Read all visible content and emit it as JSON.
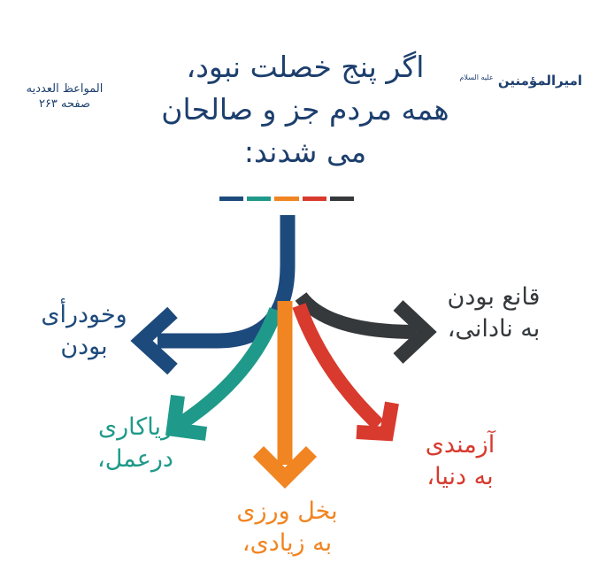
{
  "title": {
    "line1": "اگر پنج خصلت نبود،",
    "line2": "همه مردم جز و صالحان می شدند:"
  },
  "author": {
    "name": "امیرالمؤمنین",
    "honorific": "علیه السلام"
  },
  "source": {
    "book": "المواعظ العددیه",
    "page": "صفحه ۲۶۳"
  },
  "colors": {
    "navy": "#1d4a7c",
    "teal": "#1f9a8a",
    "orange": "#f08522",
    "red": "#d83a2e",
    "dark": "#35393c",
    "title": "#1d3f6e"
  },
  "branches": [
    {
      "id": "self-opinion",
      "color": "#1d4a7c",
      "line1": "وخودرأی",
      "line2": "بودن"
    },
    {
      "id": "hypocrisy",
      "color": "#1f9a8a",
      "line1": "ریاکاری",
      "line2": "درعمل،"
    },
    {
      "id": "stinginess",
      "color": "#f08522",
      "line1": "بخل ورزی",
      "line2": "به زیادی،"
    },
    {
      "id": "greed",
      "color": "#d83a2e",
      "line1": "آزمندی",
      "line2": "به دنیا،"
    },
    {
      "id": "content-ignorance",
      "color": "#35393c",
      "line1": "قانع بودن",
      "line2": "به نادانی،"
    }
  ],
  "stripes": [
    "#1d4a7c",
    "#1f9a8a",
    "#f08522",
    "#d83a2e",
    "#35393c"
  ]
}
